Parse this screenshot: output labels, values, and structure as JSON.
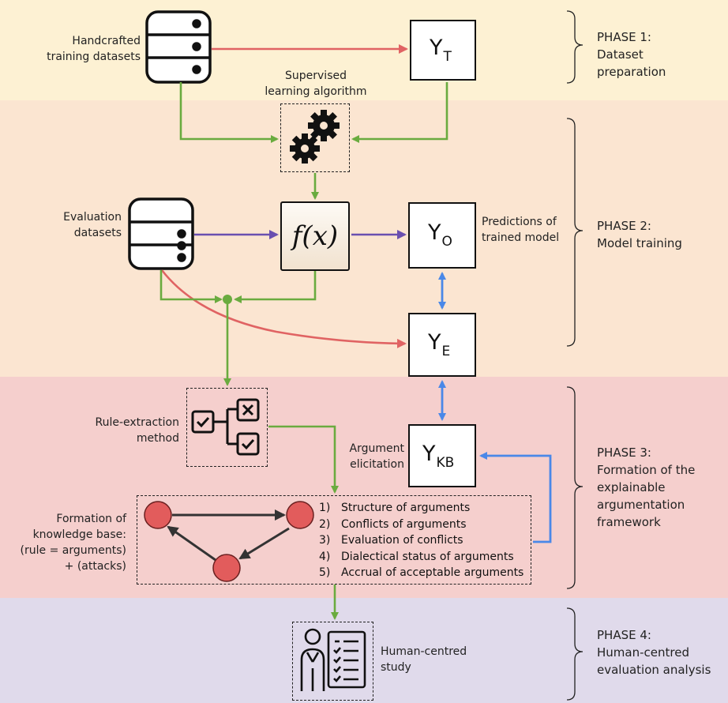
{
  "phases": [
    {
      "label": "PHASE 1:\nDataset\npreparation",
      "color": "#fdf1d3"
    },
    {
      "label": "PHASE 2:\nModel training",
      "color": "#fbe5d1"
    },
    {
      "label": "PHASE 3:\nFormation of the\nexplainable\nargumentation\nframework",
      "color": "#f5cfcd"
    },
    {
      "label": "PHASE 4:\nHuman-centred\nevaluation analysis",
      "color": "#e0daeb"
    }
  ],
  "labels": {
    "handcrafted": "Handcrafted\ntraining datasets",
    "supervised": "Supervised\nlearning algorithm",
    "evaluation": "Evaluation\ndatasets",
    "predictions": "Predictions of\ntrained model",
    "rule_extraction": "Rule-extraction\nmethod",
    "argument_elicitation": "Argument\nelicitation",
    "knowledge_base": "Formation of\nknowledge base:\n(rule = arguments)\n+ (attacks)",
    "human_study": "Human-centred\nstudy"
  },
  "nodes": {
    "yt": {
      "main": "Y",
      "sub": "T"
    },
    "yo": {
      "main": "Y",
      "sub": "O"
    },
    "ye": {
      "main": "Y",
      "sub": "E"
    },
    "ykb": {
      "main": "Y",
      "sub": "KB"
    },
    "fx": "f(x)"
  },
  "steps": [
    {
      "num": "1)",
      "text": "Structure of arguments"
    },
    {
      "num": "2)",
      "text": "Conflicts of arguments"
    },
    {
      "num": "3)",
      "text": "Evaluation of conflicts"
    },
    {
      "num": "4)",
      "text": "Dialectical status of arguments"
    },
    {
      "num": "5)",
      "text": "Accrual of acceptable arguments"
    }
  ],
  "colors": {
    "green": "#6aab3f",
    "red": "#e06363",
    "purple": "#6a4fb0",
    "blue": "#4a88e8",
    "node_red": "#e25c5c",
    "dark": "#111111"
  },
  "icons": [
    "database-icon",
    "gears-icon",
    "decision-tree-icon",
    "argument-graph-icon",
    "human-study-icon"
  ]
}
